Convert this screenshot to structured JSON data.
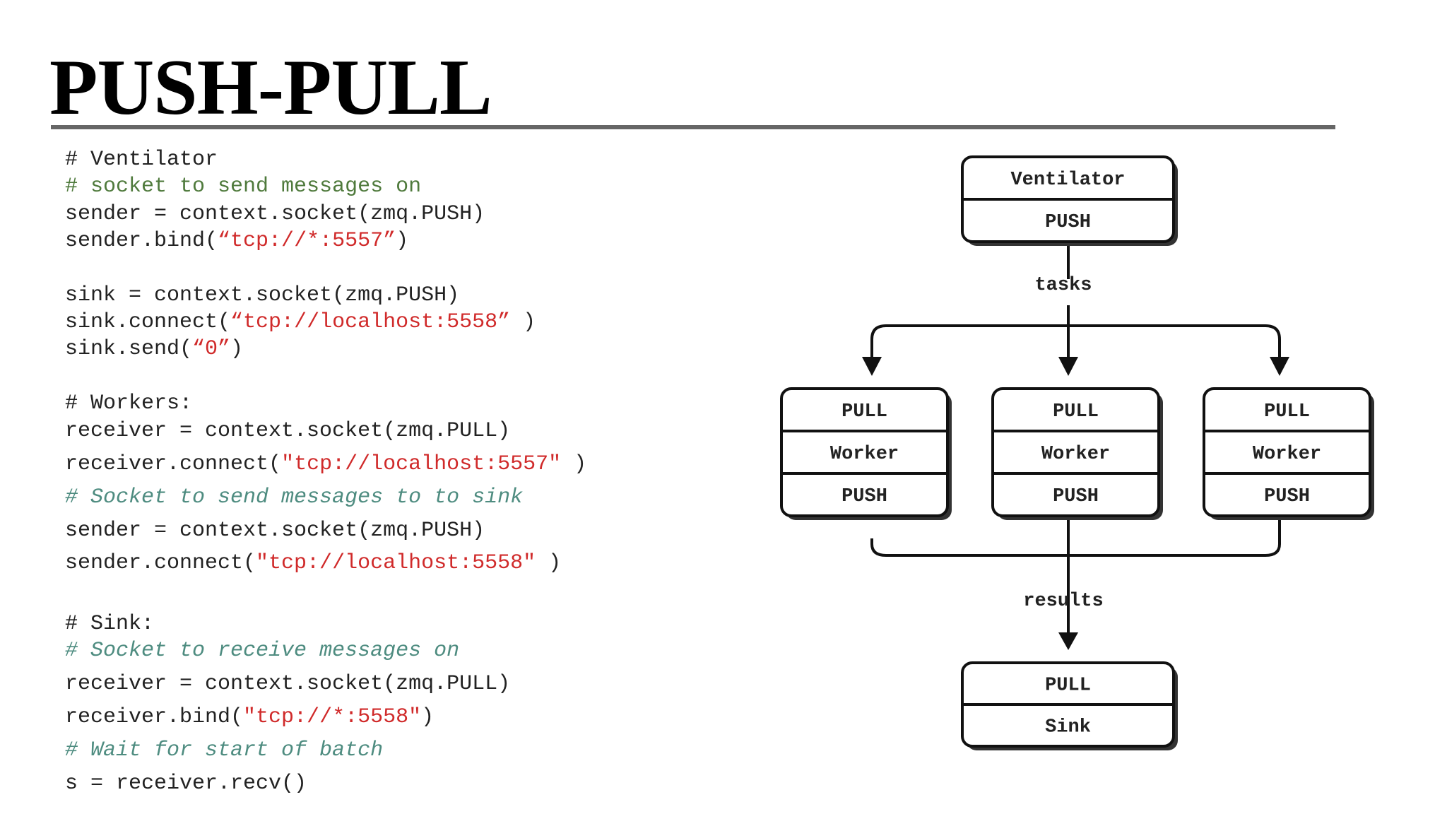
{
  "title": "PUSH-PULL",
  "code": [
    [
      {
        "t": "# Ventilator",
        "k": "plain"
      }
    ],
    [
      {
        "t": "# socket to send messages on",
        "k": "comment"
      }
    ],
    [
      {
        "t": "sender = context.socket(zmq.PUSH)",
        "k": "plain"
      }
    ],
    [
      {
        "t": "sender.bind(",
        "k": "plain"
      },
      {
        "t": "“tcp://*:5557”",
        "k": "string"
      },
      {
        "t": ")",
        "k": "plain"
      }
    ],
    [],
    [
      {
        "t": "sink = context.socket(zmq.PUSH)",
        "k": "plain"
      }
    ],
    [
      {
        "t": "sink.connect(",
        "k": "plain"
      },
      {
        "t": "“tcp://localhost:5558”",
        "k": "string"
      },
      {
        "t": " )",
        "k": "plain"
      }
    ],
    [
      {
        "t": "sink.send(",
        "k": "plain"
      },
      {
        "t": "“0”",
        "k": "string"
      },
      {
        "t": ")",
        "k": "plain"
      }
    ],
    [],
    [
      {
        "t": "# Workers:",
        "k": "plain"
      }
    ],
    [
      {
        "t": "receiver = context.socket(zmq.PULL)",
        "k": "plain"
      }
    ],
    [
      {
        "t": "receiver.connect(",
        "k": "plain"
      },
      {
        "t": "\"tcp://localhost:5557\"",
        "k": "string"
      },
      {
        "t": " )",
        "k": "plain"
      }
    ],
    [
      {
        "t": "# Socket to send messages to to sink",
        "k": "comment-i"
      }
    ],
    [
      {
        "t": "sender = context.socket(zmq.PUSH)",
        "k": "plain"
      }
    ],
    [
      {
        "t": "sender.connect(",
        "k": "plain"
      },
      {
        "t": "\"tcp://localhost:5558\"",
        "k": "string"
      },
      {
        "t": " )",
        "k": "plain"
      }
    ],
    [],
    [
      {
        "t": "# Sink:",
        "k": "plain"
      }
    ],
    [
      {
        "t": "# Socket to receive messages on",
        "k": "comment-i"
      }
    ],
    [
      {
        "t": "receiver = context.socket(zmq.PULL)",
        "k": "plain"
      }
    ],
    [
      {
        "t": "receiver.bind(",
        "k": "plain"
      },
      {
        "t": "\"tcp://*:5558\"",
        "k": "string"
      },
      {
        "t": ")",
        "k": "plain"
      }
    ],
    [
      {
        "t": "# Wait for start of batch",
        "k": "comment-i"
      }
    ],
    [
      {
        "t": "s = receiver.recv()",
        "k": "plain"
      }
    ]
  ],
  "diagram": {
    "ventilator": {
      "name": "Ventilator",
      "socket": "PUSH"
    },
    "tasks_label": "tasks",
    "workers": [
      {
        "in": "PULL",
        "name": "Worker",
        "out": "PUSH"
      },
      {
        "in": "PULL",
        "name": "Worker",
        "out": "PUSH"
      },
      {
        "in": "PULL",
        "name": "Worker",
        "out": "PUSH"
      }
    ],
    "results_label": "results",
    "sink": {
      "socket": "PULL",
      "name": "Sink"
    }
  },
  "colors": {
    "comment": "#4f7a3c",
    "comment_italic": "#4e8c80",
    "string": "#d02a2a",
    "rule": "#666666"
  }
}
